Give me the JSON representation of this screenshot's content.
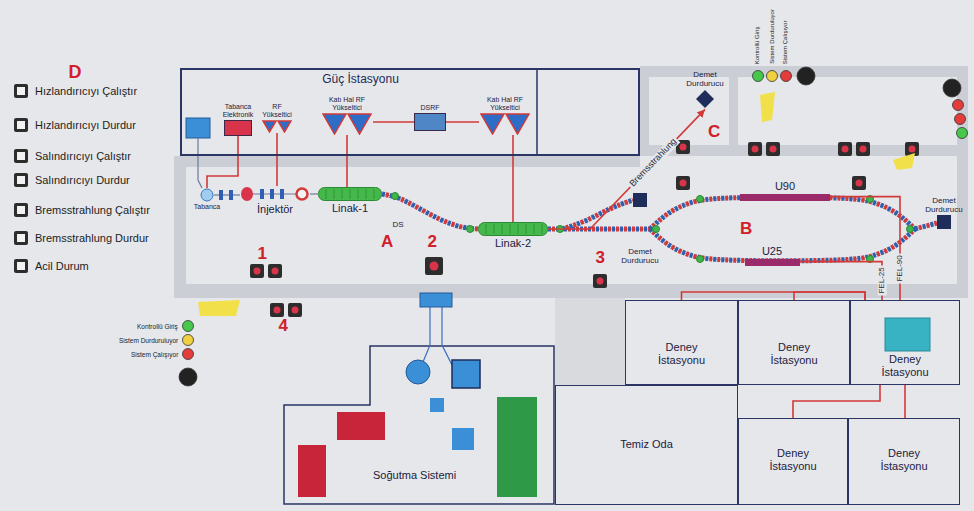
{
  "diagram": {
    "nodes": [
      {
        "text": [
          "Güç İstasyonu"
        ]
      },
      {
        "text": [
          "Tabanca Elektronik"
        ],
        "in": 0
      },
      {
        "text": [
          "RF Yükseltici"
        ],
        "in": 0
      },
      {
        "text": [
          "Katı Hal RF Yükseltici"
        ],
        "in": 0
      },
      {
        "text": [
          "DSRF"
        ],
        "in": 0
      },
      {
        "text": [
          "Katı Hal RF Yükseltici"
        ],
        "in": 0
      },
      {
        "text": [
          "Tabanca"
        ]
      },
      {
        "text": [
          "İnjektör"
        ]
      },
      {
        "text": [
          "Linak-1"
        ]
      },
      {
        "text": [
          "Linak-2"
        ]
      },
      {
        "text": [
          "Demet Durdurucu"
        ]
      },
      {
        "text": [
          "Demet Durdurucu"
        ]
      },
      {
        "text": [
          "U90"
        ]
      },
      {
        "text": [
          "U25"
        ]
      },
      {
        "text": [
          "Demet Durdurucu"
        ]
      },
      {
        "text": [
          "Deney İstasyonu"
        ]
      },
      {
        "text": [
          "Deney İstasyonu"
        ]
      },
      {
        "text": [
          "Deney İstasyonu"
        ]
      },
      {
        "text": [
          "Soğutma Sistemi"
        ]
      },
      {
        "text": [
          "Temiz Oda"
        ]
      },
      {
        "text": [
          "Deney İstasyonu"
        ]
      },
      {
        "text": [
          "Deney İstasyonu"
        ]
      }
    ],
    "edges": [
      {
        "from": 1,
        "to": 6,
        "arrow": "none"
      },
      {
        "from": 2,
        "to": 7,
        "arrow": "none"
      },
      {
        "from": 3,
        "to": 8,
        "arrow": "none"
      },
      {
        "from": 4,
        "to": 3,
        "arrow": "none"
      },
      {
        "from": 4,
        "to": 5,
        "arrow": "none"
      },
      {
        "from": 5,
        "to": 9,
        "arrow": "none"
      },
      {
        "from": 9,
        "to": 10,
        "label": "Bremsstrahlung",
        "arrow": "to"
      },
      {
        "from": 13,
        "to": 17,
        "label": "FEL-25",
        "arrow": "none"
      },
      {
        "from": 12,
        "to": 17,
        "label": "FEL-90",
        "arrow": "none"
      },
      {
        "from": 17,
        "to": 15,
        "arrow": "none"
      },
      {
        "from": 17,
        "to": 16,
        "arrow": "none"
      },
      {
        "from": 17,
        "to": 21,
        "arrow": "none"
      },
      {
        "from": 17,
        "to": 20,
        "arrow": "none"
      }
    ],
    "labels": [
      "D",
      "Hızlandırıcıyı Çalıştır",
      "Hızlandırıcıyı Durdur",
      "Salındırıcıyı Çalıştır",
      "Salındırıcıyı Durdur",
      "Bremsstrahlung Çalıştır",
      "Bremsstrahlung Durdur",
      "Acil Durum",
      "Kontrollü Giriş",
      "Sistem Durduruluyor",
      "Sistem Çalışıyor",
      "C",
      "DS",
      "A",
      "2",
      "1",
      "3",
      "B",
      "4",
      "Kontrollü Giriş",
      "Sistem Durduruluyor",
      "Sistem Çalışıyor"
    ]
  }
}
